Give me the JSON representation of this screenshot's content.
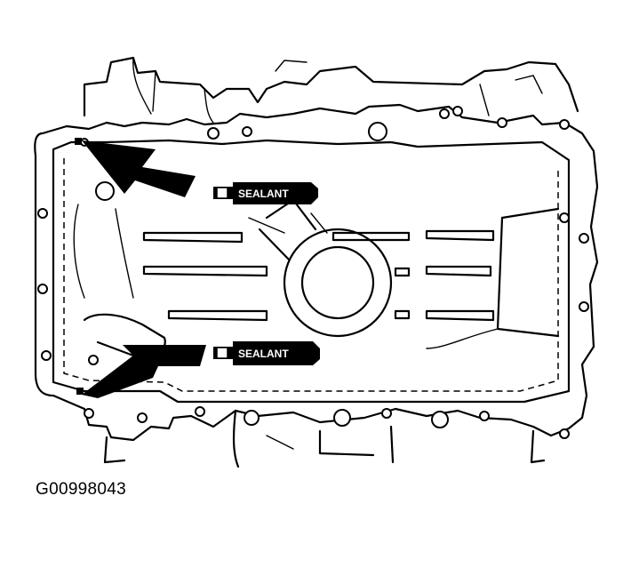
{
  "callouts": {
    "upper_label": "SEALANT",
    "lower_label": "SEALANT"
  },
  "figure_id": "G00998043"
}
